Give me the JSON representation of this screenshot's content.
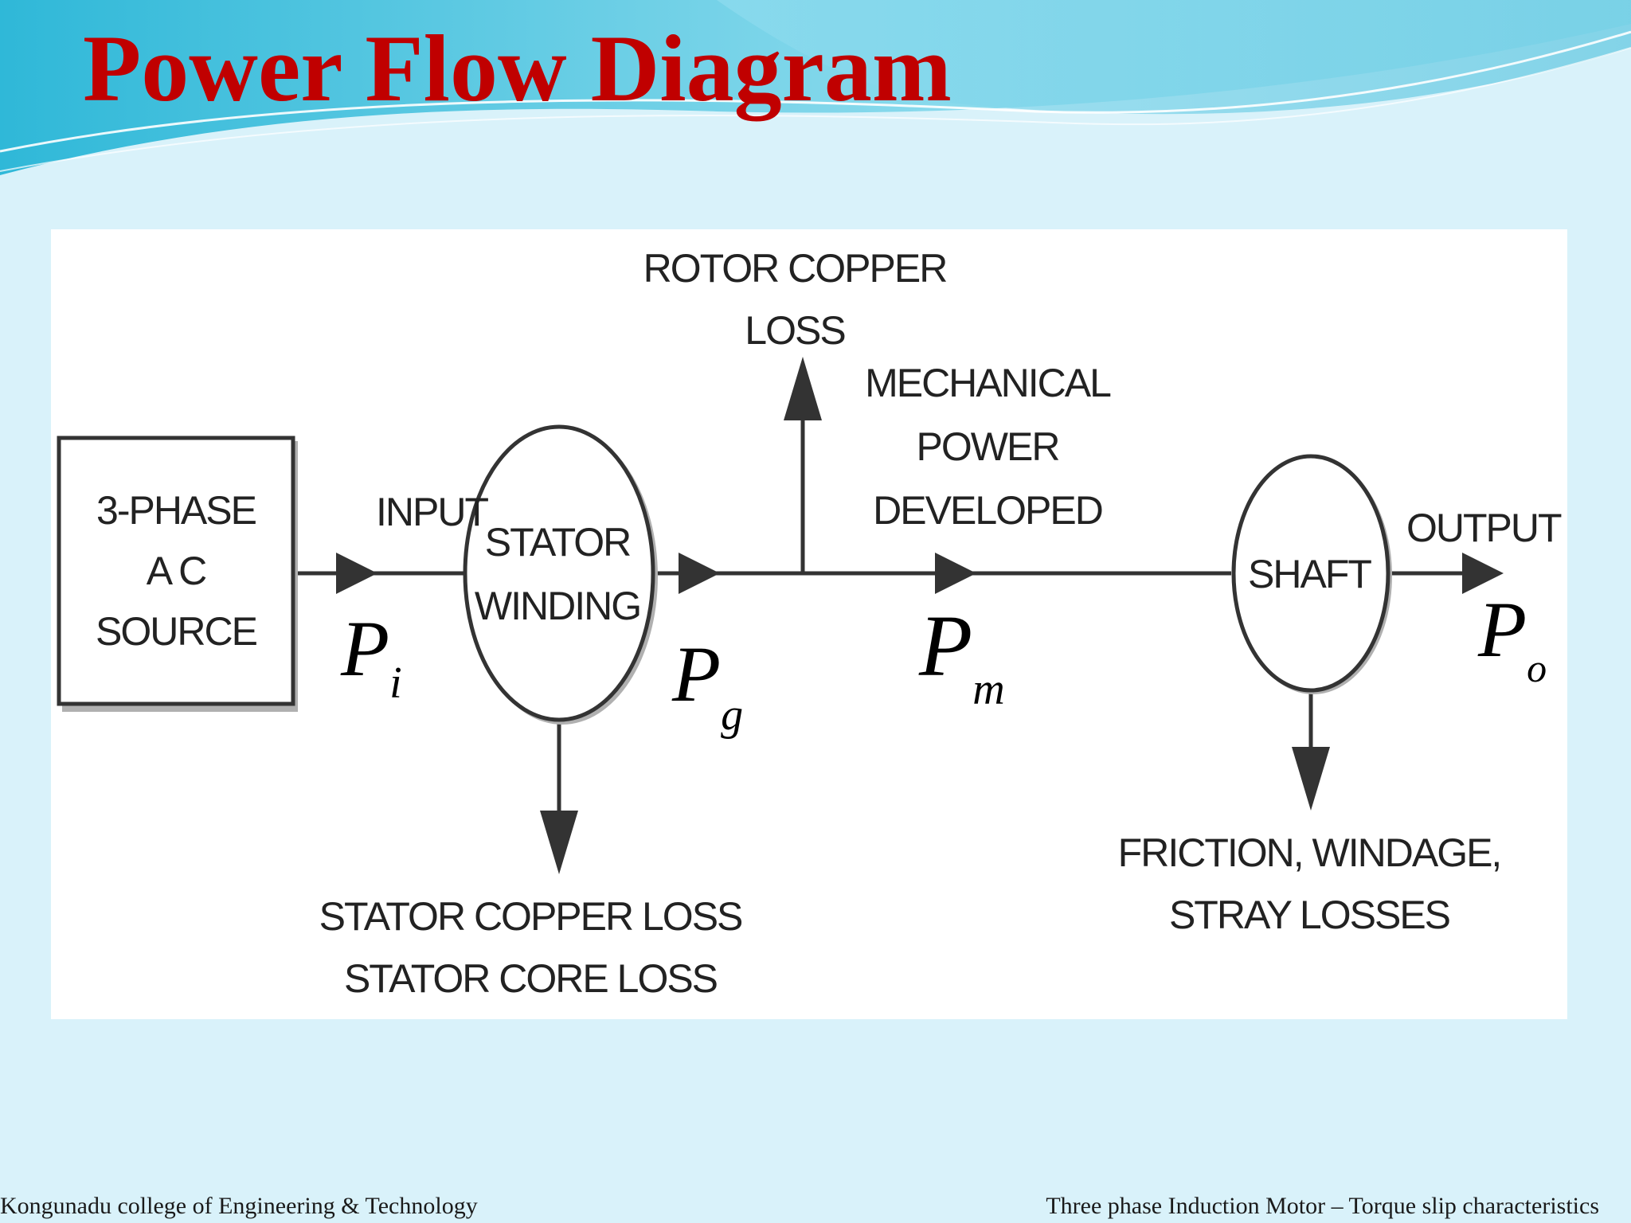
{
  "slide": {
    "title": "Power Flow Diagram",
    "footer_left": "Kongunadu college of Engineering & Technology",
    "footer_right": "Three phase Induction Motor – Torque slip characteristics"
  },
  "diagram": {
    "source_box": {
      "line1": "3-PHASE",
      "line2": "A C",
      "line3": "SOURCE"
    },
    "stator_node": {
      "line1": "STATOR",
      "line2": "WINDING"
    },
    "shaft_node": {
      "label": "SHAFT"
    },
    "labels": {
      "input": "INPUT",
      "output": "OUTPUT",
      "rotor_loss_line1": "ROTOR COPPER",
      "rotor_loss_line2": "LOSS",
      "mech_line1": "MECHANICAL",
      "mech_line2": "POWER",
      "mech_line3": "DEVELOPED",
      "stator_loss_line1": "STATOR COPPER LOSS",
      "stator_loss_line2": "STATOR CORE LOSS",
      "friction_line1": "FRICTION, WINDAGE,",
      "friction_line2": "STRAY LOSSES"
    },
    "variables": {
      "p_i": {
        "main": "P",
        "sub": "i"
      },
      "p_g": {
        "main": "P",
        "sub": "g"
      },
      "p_m": {
        "main": "P",
        "sub": "m"
      },
      "p_o": {
        "main": "P",
        "sub": "o"
      }
    },
    "colors": {
      "stroke": "#333333",
      "title": "#c00000",
      "wave": "#6fd0e6"
    }
  }
}
